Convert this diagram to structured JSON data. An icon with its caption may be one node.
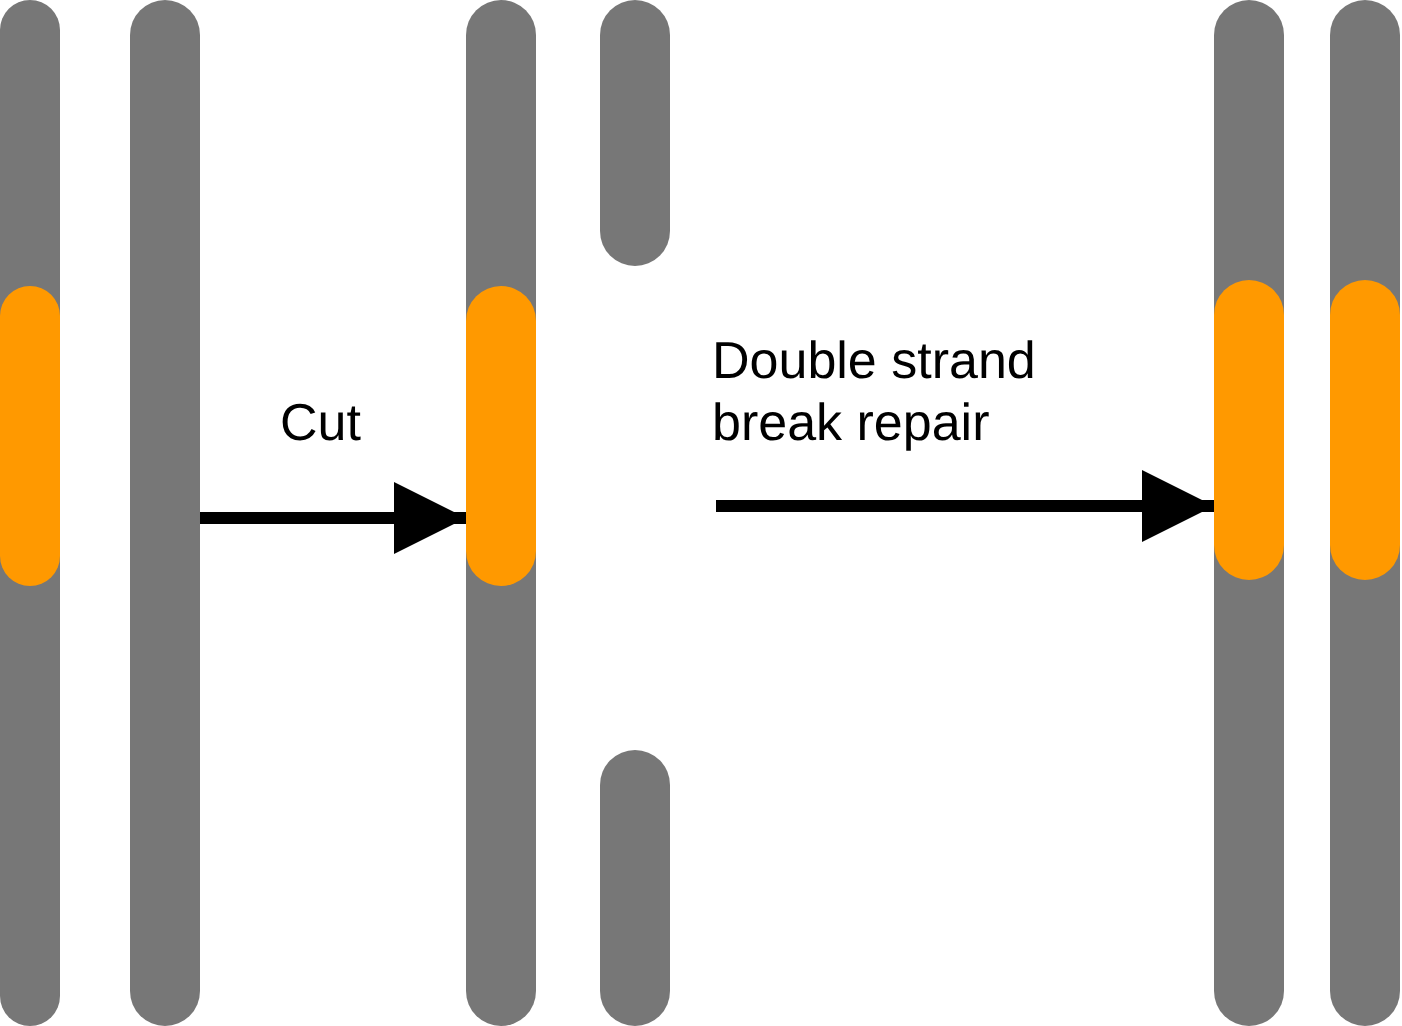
{
  "diagram": {
    "nodes": [
      {
        "text": [],
        "shape": "bar"
      },
      {
        "text": [],
        "shape": "bar"
      },
      {
        "text": [],
        "shape": "bar"
      },
      {
        "text": [],
        "shape": "bar"
      },
      {
        "text": [],
        "shape": "bar"
      },
      {
        "text": [],
        "shape": "bar"
      },
      {
        "text": [],
        "shape": "bar"
      }
    ],
    "edges": [
      {
        "from": 1,
        "to": 2,
        "arrow": "to",
        "label": "Cut"
      },
      {
        "from": null,
        "to": 5,
        "arrow": "to",
        "label": "Double strand break repair"
      }
    ]
  }
}
